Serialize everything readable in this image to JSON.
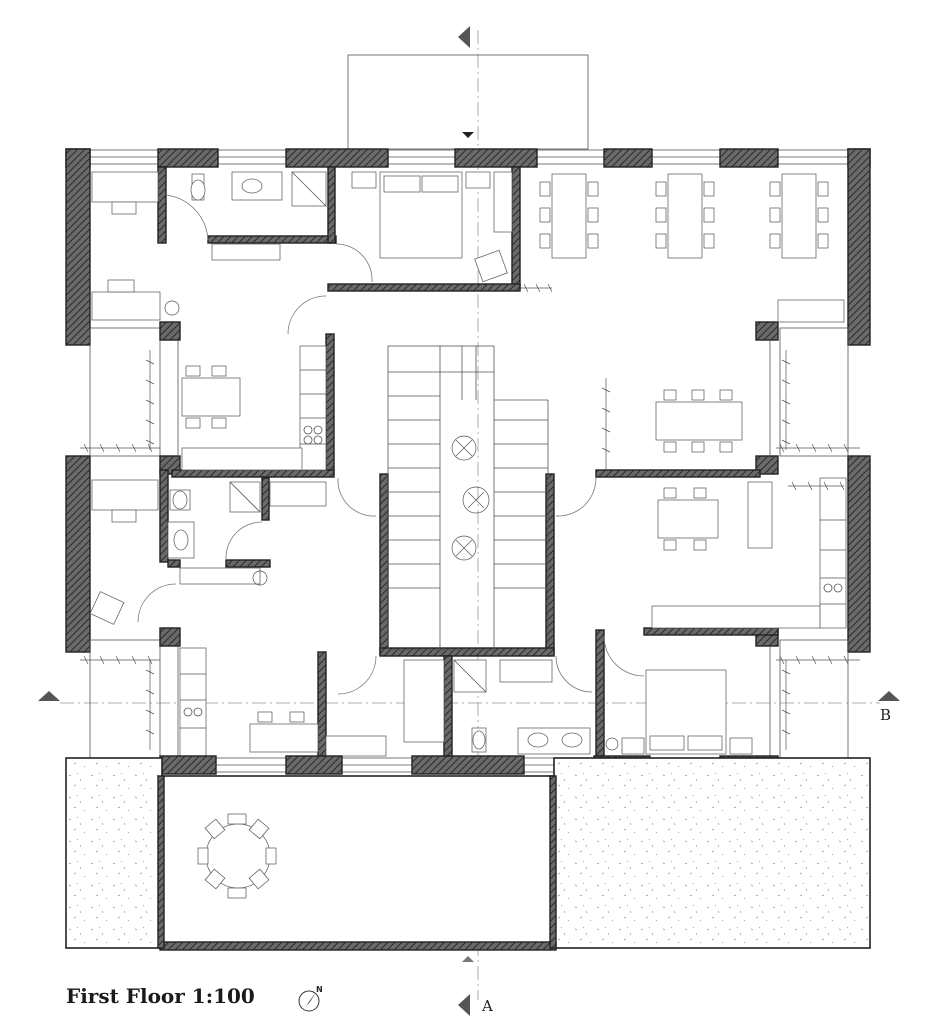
{
  "drawing": {
    "title": "First Floor 1:100",
    "north_label": "N",
    "section_markers": {
      "a": "A",
      "b": "B"
    },
    "colors": {
      "wall_stroke": "#222222",
      "hatch": "#444444",
      "background": "#ffffff"
    }
  }
}
